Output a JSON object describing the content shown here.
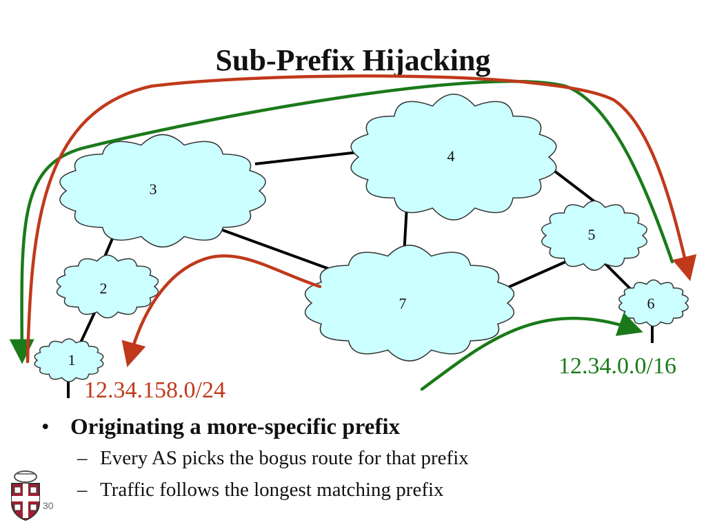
{
  "title": "Sub-Prefix Hijacking",
  "nodes": [
    {
      "id": "1",
      "label": "1"
    },
    {
      "id": "2",
      "label": "2"
    },
    {
      "id": "3",
      "label": "3"
    },
    {
      "id": "4",
      "label": "4"
    },
    {
      "id": "5",
      "label": "5"
    },
    {
      "id": "6",
      "label": "6"
    },
    {
      "id": "7",
      "label": "7"
    }
  ],
  "links": [
    [
      "1",
      "2"
    ],
    [
      "2",
      "3"
    ],
    [
      "3",
      "4"
    ],
    [
      "3",
      "7"
    ],
    [
      "4",
      "7"
    ],
    [
      "4",
      "5"
    ],
    [
      "5",
      "7"
    ],
    [
      "5",
      "6"
    ]
  ],
  "prefixes": {
    "hijack": "12.34.158.0/24",
    "legit": "12.34.0.0/16"
  },
  "colors": {
    "hijack": "#c0391b",
    "legit": "#1a7a1a",
    "cloud_fill": "#ccffff",
    "cloud_stroke": "#333333"
  },
  "bullets": {
    "main": "Originating a more-specific prefix",
    "subs": [
      "Every AS picks the bogus route for that prefix",
      "Traffic follows the longest matching prefix"
    ]
  },
  "slide_number": "30",
  "logo": {
    "icon": "university-shield-icon"
  }
}
